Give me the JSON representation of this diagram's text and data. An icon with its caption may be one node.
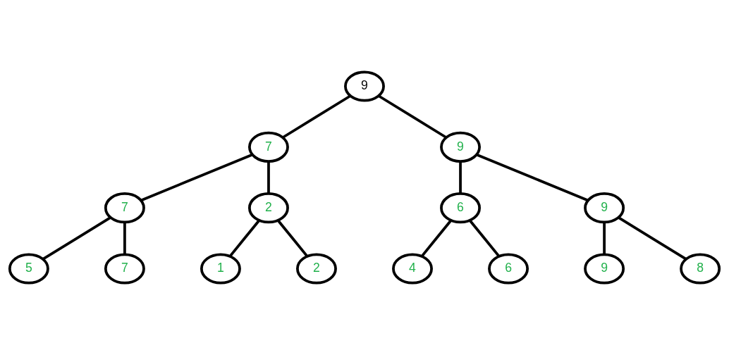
{
  "diagram": {
    "nodes": [
      {
        "text": [
          "9"
        ]
      },
      {
        "text": [
          "7"
        ]
      },
      {
        "text": [
          "9"
        ]
      },
      {
        "text": [
          "7"
        ]
      },
      {
        "text": [
          "2"
        ]
      },
      {
        "text": [
          "6"
        ]
      },
      {
        "text": [
          "9"
        ]
      },
      {
        "text": [
          "5"
        ]
      },
      {
        "text": [
          "7"
        ]
      },
      {
        "text": [
          "1"
        ]
      },
      {
        "text": [
          "2"
        ]
      },
      {
        "text": [
          "4"
        ]
      },
      {
        "text": [
          "6"
        ]
      },
      {
        "text": [
          "9"
        ]
      },
      {
        "text": [
          "8"
        ]
      }
    ],
    "edges": [
      {
        "from": 0,
        "to": 1,
        "arrow": "none"
      },
      {
        "from": 0,
        "to": 2,
        "arrow": "none"
      },
      {
        "from": 1,
        "to": 3,
        "arrow": "none"
      },
      {
        "from": 1,
        "to": 4,
        "arrow": "none"
      },
      {
        "from": 2,
        "to": 5,
        "arrow": "none"
      },
      {
        "from": 2,
        "to": 6,
        "arrow": "none"
      },
      {
        "from": 3,
        "to": 7,
        "arrow": "none"
      },
      {
        "from": 3,
        "to": 8,
        "arrow": "none"
      },
      {
        "from": 4,
        "to": 9,
        "arrow": "none"
      },
      {
        "from": 4,
        "to": 10,
        "arrow": "none"
      },
      {
        "from": 5,
        "to": 11,
        "arrow": "none"
      },
      {
        "from": 5,
        "to": 12,
        "arrow": "none"
      },
      {
        "from": 6,
        "to": 13,
        "arrow": "none"
      },
      {
        "from": 6,
        "to": 14,
        "arrow": "none"
      }
    ]
  }
}
